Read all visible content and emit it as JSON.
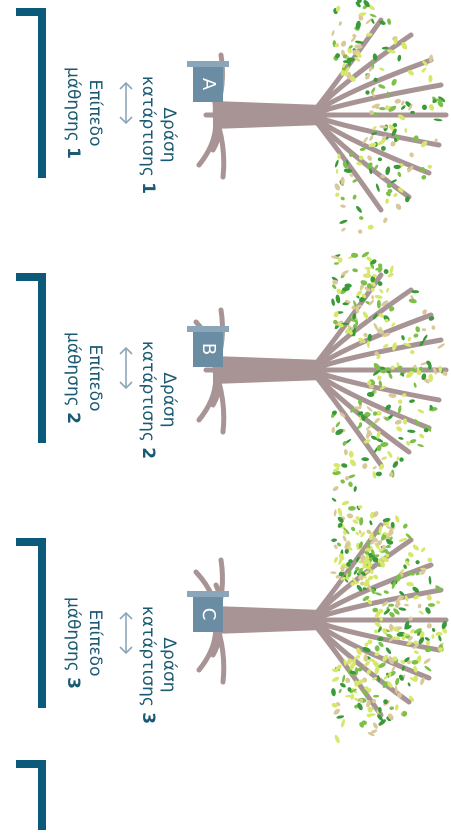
{
  "panels": [
    {
      "letter": "A",
      "activity_word1": "Δράση",
      "activity_word2": "κατάρτισης",
      "activity_number": "1",
      "level_word1": "Επίπεδο",
      "level_word2": "μάθησης",
      "level_number": "1"
    },
    {
      "letter": "B",
      "activity_word1": "Δράση",
      "activity_word2": "κατάρτισης",
      "activity_number": "2",
      "level_word1": "Επίπεδο",
      "level_word2": "μάθησης",
      "level_number": "2"
    },
    {
      "letter": "C",
      "activity_word1": "Δράση",
      "activity_word2": "κατάρτισης",
      "activity_number": "3",
      "level_word1": "Επίπεδο",
      "level_word2": "μάθησης",
      "level_number": "3"
    }
  ],
  "colors": {
    "bracket": "#0b5a7a",
    "text": "#1b5a73",
    "trunk": "#a89494",
    "leaf_dark": "#3a9a3a",
    "leaf_mid": "#7cc04a",
    "leaf_light": "#d6e86a",
    "leaf_tan": "#d9c89a"
  }
}
